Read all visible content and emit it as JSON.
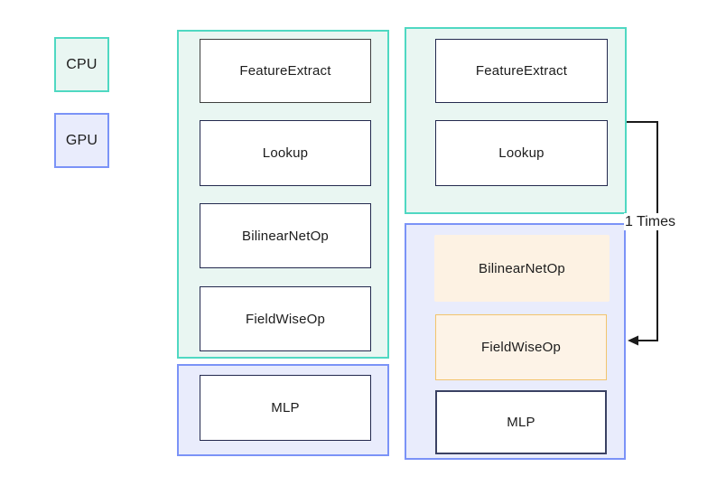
{
  "diagram": {
    "legend": {
      "cpu": {
        "label": "CPU"
      },
      "gpu": {
        "label": "GPU"
      }
    },
    "left_pipeline": {
      "cpu_ops": [
        "FeatureExtract",
        "Lookup",
        "BilinearNetOp",
        "FieldWiseOp"
      ],
      "gpu_ops": [
        "MLP"
      ]
    },
    "right_pipeline": {
      "cpu_ops": [
        "FeatureExtract",
        "Lookup"
      ],
      "gpu_ops": [
        "BilinearNetOp",
        "FieldWiseOp",
        "MLP"
      ]
    },
    "loop_annotation": "1 Times",
    "colors": {
      "cpu_fill": "#e9f6f2",
      "cpu_border": "#4fd8c2",
      "gpu_fill": "#e9ecfc",
      "gpu_border": "#7b93f7",
      "op_border_navy": "#23294e",
      "op_border_gray": "#3f3f3f",
      "op_border_bold": "#3a4163",
      "highlight_fill": "#fdf2e3",
      "highlight_border": "#f2c46d",
      "arrow": "#1a1a1a",
      "background": "#ffffff"
    }
  }
}
